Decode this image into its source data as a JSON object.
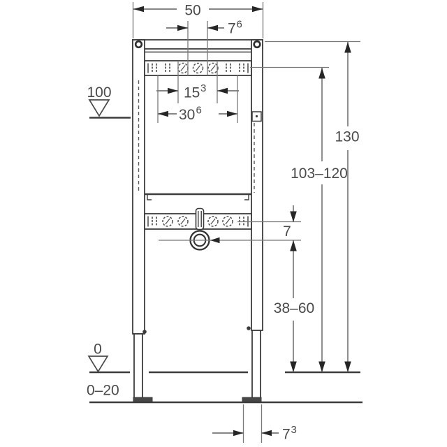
{
  "dimensions": {
    "frame_width": {
      "value": "50"
    },
    "tap_center_offset": {
      "value": "7",
      "sup": "6"
    },
    "fixing_hole_spacing": {
      "value": "15",
      "sup": "3"
    },
    "rail_fastening_span": {
      "value": "30",
      "sup": "6"
    },
    "total_height": {
      "value": "130"
    },
    "mounting_height_range": {
      "value": "103–120"
    },
    "rail_to_water_offset": {
      "value": "7"
    },
    "drain_height_range": {
      "value": "38–60"
    },
    "meter_mark": {
      "value": "100"
    },
    "finished_floor_level": {
      "value": "0"
    },
    "floor_buildup_range": {
      "value": "0–20"
    },
    "foot_plate_width": {
      "value": "7",
      "sup": "3"
    }
  },
  "colors": {
    "line": "#3c3c3c",
    "dimension_line": "#5f5f5f",
    "arrow": "#262626",
    "text": "#4a4a4a",
    "background": "#ffffff"
  }
}
